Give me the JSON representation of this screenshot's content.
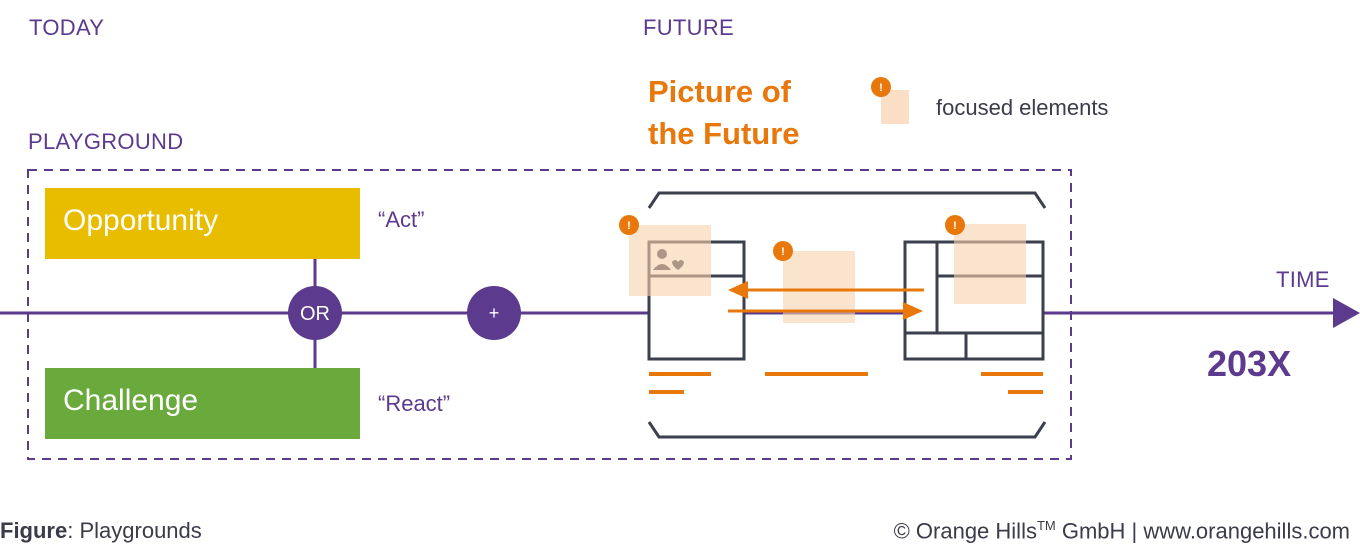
{
  "labels": {
    "today": "TODAY",
    "future": "FUTURE",
    "playground": "PLAYGROUND",
    "time": "TIME",
    "year": "203X"
  },
  "picture": {
    "line1": "Picture of",
    "line2": "the Future"
  },
  "legend": {
    "text": "focused elements",
    "badge": "!"
  },
  "boxes": {
    "opportunity": "Opportunity",
    "challenge": "Challenge",
    "act": "“Act”",
    "react": "“React”"
  },
  "nodes": {
    "or": "OR",
    "plus": "+"
  },
  "footer": {
    "figure_label": "Figure",
    "figure_sep": ": ",
    "figure_text": "Playgrounds",
    "copyright": "© Orange Hills",
    "tm": "TM",
    "company": " GmbH | www.orangehills.com"
  },
  "colors": {
    "purple": "#5c3a8e",
    "orange": "#e8780b",
    "peach": "#fbe3cc",
    "opportunity": "#e8bd00",
    "challenge": "#6aaa3c",
    "wireframe": "#3b3f4e"
  }
}
